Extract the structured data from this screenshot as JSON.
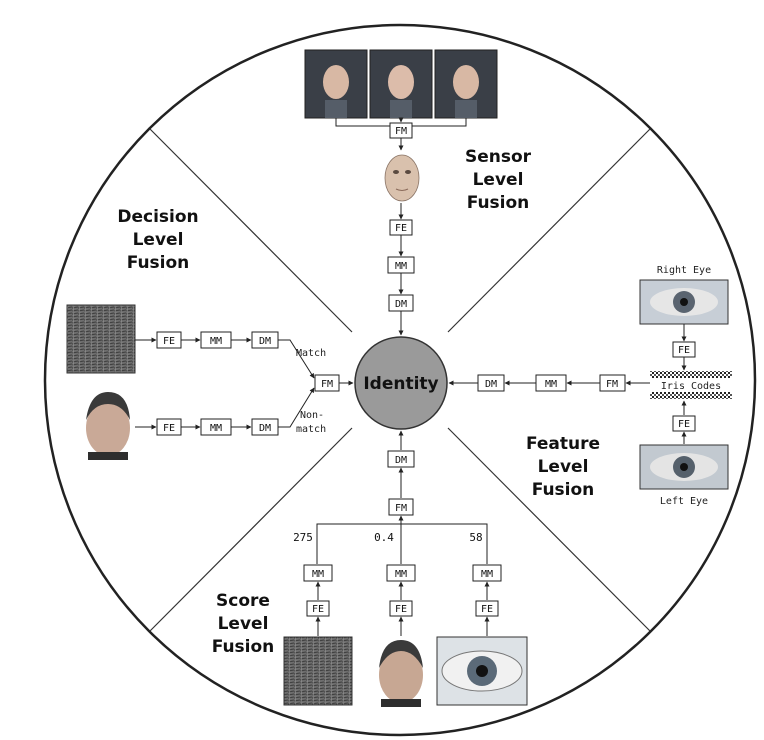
{
  "center_label": "Identity",
  "sectors": {
    "sensor": [
      "Sensor",
      "Level",
      "Fusion"
    ],
    "decision": [
      "Decision",
      "Level",
      "Fusion"
    ],
    "feature": [
      "Feature",
      "Level",
      "Fusion"
    ],
    "score": [
      "Score",
      "Level",
      "Fusion"
    ]
  },
  "modules": {
    "fm": "FM",
    "fe": "FE",
    "mm": "MM",
    "dm": "DM"
  },
  "decision_outputs": {
    "match": "Match",
    "non_match_1": "Non-",
    "non_match_2": "match"
  },
  "eyes": {
    "right": "Right Eye",
    "left": "Left Eye",
    "iris_codes": "Iris Codes"
  },
  "scores": [
    "275",
    "0.4",
    "58"
  ],
  "colors": {
    "center_fill": "#9a9a9a",
    "line": "#222222",
    "box_fill": "#ffffff"
  }
}
